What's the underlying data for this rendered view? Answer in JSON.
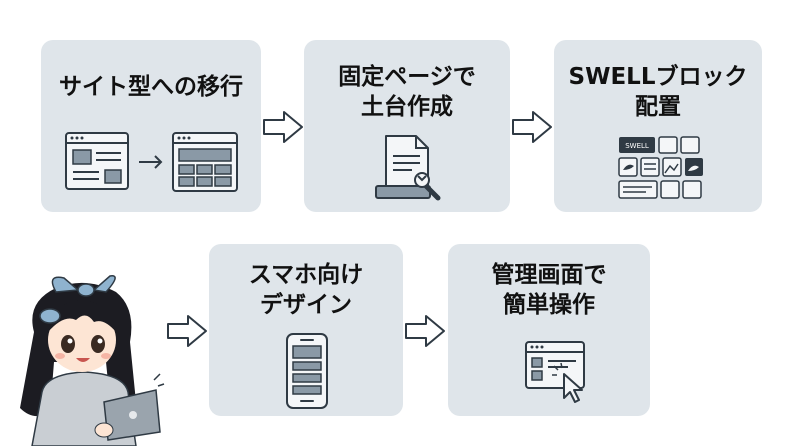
{
  "steps": [
    {
      "id": "site-type",
      "title_lines": [
        "サイト型への移行"
      ]
    },
    {
      "id": "fixed-page",
      "title_lines": [
        "固定ページで",
        "土台作成"
      ]
    },
    {
      "id": "swell-blocks",
      "title_lines": [
        "SWELLブロック",
        "配置"
      ],
      "logo_text": "SWELL"
    },
    {
      "id": "smartphone",
      "title_lines": [
        "スマホ向け",
        "デザイン"
      ]
    },
    {
      "id": "admin",
      "title_lines": [
        "管理画面で",
        "簡単操作"
      ]
    }
  ],
  "colors": {
    "card_bg": "#dfe5ea",
    "stroke": "#2f3a44",
    "fill_gray": "#8a99a6",
    "fill_light": "#f4f6f8",
    "logo_bg": "#2f3a44"
  },
  "icons": [
    "browser-icon",
    "arrow-right-icon",
    "document-icon",
    "wrench-icon",
    "swell-grid-icon",
    "smartphone-icon",
    "cursor-icon",
    "character-illustration"
  ]
}
